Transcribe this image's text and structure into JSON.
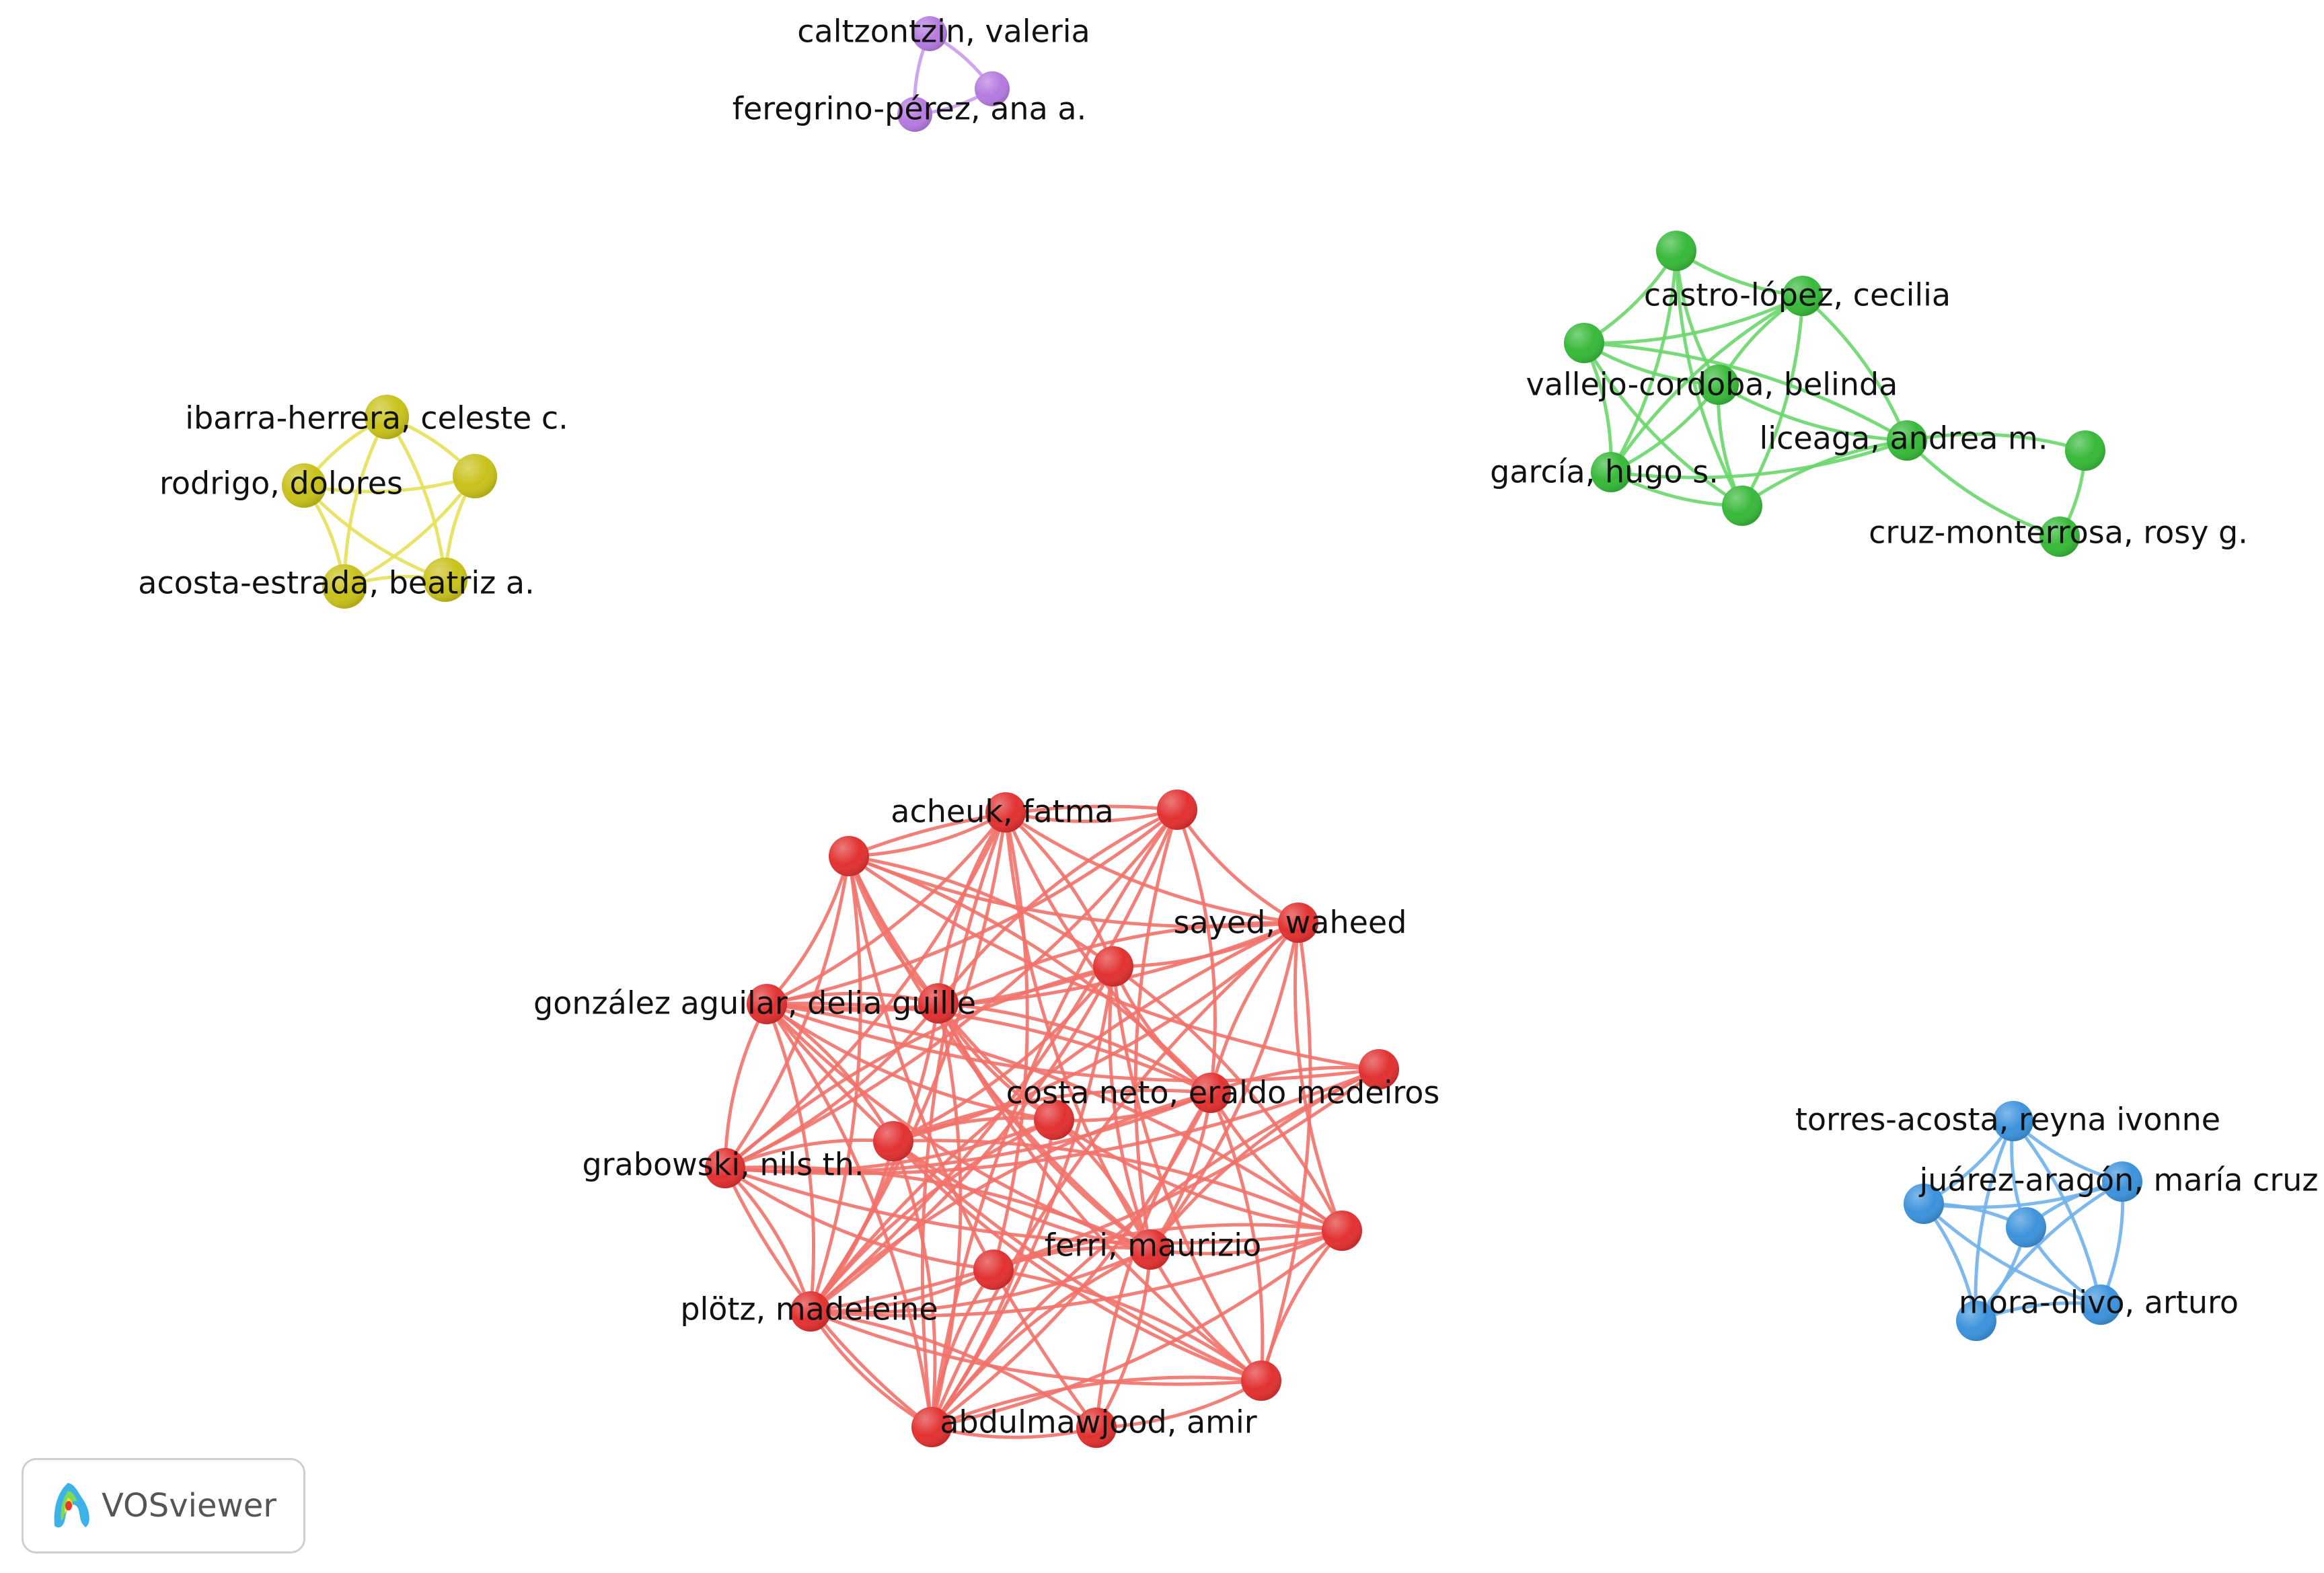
{
  "app": {
    "logo_label": "VOSviewer"
  },
  "clusters": [
    {
      "id": "purple",
      "color": "#b57be0",
      "link_color": "#c89cec"
    },
    {
      "id": "green",
      "color": "#38b93a",
      "link_color": "#6ad66a"
    },
    {
      "id": "yellow",
      "color": "#c9c21c",
      "link_color": "#e6e15a"
    },
    {
      "id": "red",
      "color": "#e23232",
      "link_color": "#f2716a"
    },
    {
      "id": "blue",
      "color": "#3d93dc",
      "link_color": "#6fb1ea"
    }
  ],
  "nodes": [
    {
      "id": "p1",
      "cluster": "purple",
      "label": "caltzontzin, valeria"
    },
    {
      "id": "p2",
      "cluster": "purple",
      "label": ""
    },
    {
      "id": "p3",
      "cluster": "purple",
      "label": "feregrino-pérez, ana a."
    },
    {
      "id": "g1",
      "cluster": "green",
      "label": ""
    },
    {
      "id": "g2",
      "cluster": "green",
      "label": "castro-lópez, cecilia"
    },
    {
      "id": "g3",
      "cluster": "green",
      "label": ""
    },
    {
      "id": "g4",
      "cluster": "green",
      "label": "vallejo-cordoba, belinda"
    },
    {
      "id": "g5",
      "cluster": "green",
      "label": "liceaga, andrea m."
    },
    {
      "id": "g6",
      "cluster": "green",
      "label": ""
    },
    {
      "id": "g7",
      "cluster": "green",
      "label": "garcía, hugo s."
    },
    {
      "id": "g8",
      "cluster": "green",
      "label": ""
    },
    {
      "id": "g9",
      "cluster": "green",
      "label": "cruz-monterrosa, rosy g."
    },
    {
      "id": "y1",
      "cluster": "yellow",
      "label": "ibarra-herrera, celeste c."
    },
    {
      "id": "y2",
      "cluster": "yellow",
      "label": ""
    },
    {
      "id": "y3",
      "cluster": "yellow",
      "label": "rodrigo, dolores"
    },
    {
      "id": "y4",
      "cluster": "yellow",
      "label": "acosta-estrada, beatriz a."
    },
    {
      "id": "y5",
      "cluster": "yellow",
      "label": ""
    },
    {
      "id": "r1",
      "cluster": "red",
      "label": ""
    },
    {
      "id": "r2",
      "cluster": "red",
      "label": "acheuk, fatma"
    },
    {
      "id": "r3",
      "cluster": "red",
      "label": ""
    },
    {
      "id": "r4",
      "cluster": "red",
      "label": "sayed, waheed"
    },
    {
      "id": "r5",
      "cluster": "red",
      "label": ""
    },
    {
      "id": "r6",
      "cluster": "red",
      "label": ""
    },
    {
      "id": "r7",
      "cluster": "red",
      "label": "gonzález aguilar, delia guille"
    },
    {
      "id": "r8",
      "cluster": "red",
      "label": ""
    },
    {
      "id": "r9",
      "cluster": "red",
      "label": "costa neto, eraldo medeiros"
    },
    {
      "id": "r10",
      "cluster": "red",
      "label": ""
    },
    {
      "id": "r11",
      "cluster": "red",
      "label": ""
    },
    {
      "id": "r12",
      "cluster": "red",
      "label": "grabowski, nils th."
    },
    {
      "id": "r13",
      "cluster": "red",
      "label": ""
    },
    {
      "id": "r14",
      "cluster": "red",
      "label": "ferri, maurizio"
    },
    {
      "id": "r15",
      "cluster": "red",
      "label": ""
    },
    {
      "id": "r16",
      "cluster": "red",
      "label": "plötz, madeleine"
    },
    {
      "id": "r17",
      "cluster": "red",
      "label": ""
    },
    {
      "id": "r18",
      "cluster": "red",
      "label": ""
    },
    {
      "id": "r19",
      "cluster": "red",
      "label": "abdulmawjood, amir"
    },
    {
      "id": "b1",
      "cluster": "blue",
      "label": "torres-acosta, reyna ivonne"
    },
    {
      "id": "b2",
      "cluster": "blue",
      "label": "juárez-aragón, maría cruz"
    },
    {
      "id": "b3",
      "cluster": "blue",
      "label": ""
    },
    {
      "id": "b4",
      "cluster": "blue",
      "label": ""
    },
    {
      "id": "b5",
      "cluster": "blue",
      "label": "mora-olivo, arturo"
    },
    {
      "id": "b6",
      "cluster": "blue",
      "label": ""
    }
  ],
  "links": [
    [
      "p1",
      "p2"
    ],
    [
      "p1",
      "p3"
    ],
    [
      "p2",
      "p3"
    ],
    [
      "g1",
      "g2"
    ],
    [
      "g1",
      "g3"
    ],
    [
      "g1",
      "g4"
    ],
    [
      "g1",
      "g7"
    ],
    [
      "g1",
      "g8"
    ],
    [
      "g2",
      "g3"
    ],
    [
      "g2",
      "g4"
    ],
    [
      "g2",
      "g5"
    ],
    [
      "g2",
      "g7"
    ],
    [
      "g2",
      "g8"
    ],
    [
      "g3",
      "g4"
    ],
    [
      "g3",
      "g7"
    ],
    [
      "g3",
      "g8"
    ],
    [
      "g3",
      "g5"
    ],
    [
      "g4",
      "g5"
    ],
    [
      "g4",
      "g7"
    ],
    [
      "g4",
      "g8"
    ],
    [
      "g5",
      "g6"
    ],
    [
      "g5",
      "g9"
    ],
    [
      "g5",
      "g7"
    ],
    [
      "g5",
      "g8"
    ],
    [
      "g6",
      "g9"
    ],
    [
      "g7",
      "g8"
    ],
    [
      "y1",
      "y2"
    ],
    [
      "y1",
      "y3"
    ],
    [
      "y1",
      "y4"
    ],
    [
      "y1",
      "y5"
    ],
    [
      "y2",
      "y3"
    ],
    [
      "y2",
      "y4"
    ],
    [
      "y2",
      "y5"
    ],
    [
      "y3",
      "y4"
    ],
    [
      "y3",
      "y5"
    ],
    [
      "y4",
      "y5"
    ],
    [
      "r1",
      "r2"
    ],
    [
      "r1",
      "r3"
    ],
    [
      "r1",
      "r7"
    ],
    [
      "r1",
      "r4"
    ],
    [
      "r1",
      "r9"
    ],
    [
      "r1",
      "r14"
    ],
    [
      "r1",
      "r16"
    ],
    [
      "r1",
      "r19"
    ],
    [
      "r1",
      "r12"
    ],
    [
      "r1",
      "r6"
    ],
    [
      "r2",
      "r3"
    ],
    [
      "r2",
      "r4"
    ],
    [
      "r2",
      "r5"
    ],
    [
      "r2",
      "r6"
    ],
    [
      "r2",
      "r7"
    ],
    [
      "r2",
      "r9"
    ],
    [
      "r2",
      "r12"
    ],
    [
      "r2",
      "r14"
    ],
    [
      "r2",
      "r16"
    ],
    [
      "r2",
      "r19"
    ],
    [
      "r2",
      "r15"
    ],
    [
      "r3",
      "r4"
    ],
    [
      "r3",
      "r5"
    ],
    [
      "r3",
      "r6"
    ],
    [
      "r3",
      "r7"
    ],
    [
      "r3",
      "r8"
    ],
    [
      "r3",
      "r9"
    ],
    [
      "r3",
      "r10"
    ],
    [
      "r3",
      "r12"
    ],
    [
      "r3",
      "r14"
    ],
    [
      "r3",
      "r16"
    ],
    [
      "r3",
      "r18"
    ],
    [
      "r4",
      "r5"
    ],
    [
      "r4",
      "r6"
    ],
    [
      "r4",
      "r7"
    ],
    [
      "r4",
      "r9"
    ],
    [
      "r4",
      "r11"
    ],
    [
      "r4",
      "r13"
    ],
    [
      "r4",
      "r14"
    ],
    [
      "r4",
      "r16"
    ],
    [
      "r4",
      "r17"
    ],
    [
      "r4",
      "r19"
    ],
    [
      "r5",
      "r7"
    ],
    [
      "r5",
      "r9"
    ],
    [
      "r5",
      "r11"
    ],
    [
      "r5",
      "r12"
    ],
    [
      "r5",
      "r13"
    ],
    [
      "r5",
      "r14"
    ],
    [
      "r5",
      "r16"
    ],
    [
      "r5",
      "r17"
    ],
    [
      "r5",
      "r19"
    ],
    [
      "r6",
      "r7"
    ],
    [
      "r6",
      "r9"
    ],
    [
      "r6",
      "r10"
    ],
    [
      "r6",
      "r12"
    ],
    [
      "r6",
      "r14"
    ],
    [
      "r6",
      "r16"
    ],
    [
      "r6",
      "r17"
    ],
    [
      "r6",
      "r19"
    ],
    [
      "r7",
      "r8"
    ],
    [
      "r7",
      "r9"
    ],
    [
      "r7",
      "r10"
    ],
    [
      "r7",
      "r11"
    ],
    [
      "r7",
      "r12"
    ],
    [
      "r7",
      "r13"
    ],
    [
      "r7",
      "r14"
    ],
    [
      "r7",
      "r16"
    ],
    [
      "r7",
      "r17"
    ],
    [
      "r7",
      "r19"
    ],
    [
      "r8",
      "r9"
    ],
    [
      "r8",
      "r12"
    ],
    [
      "r8",
      "r14"
    ],
    [
      "r8",
      "r16"
    ],
    [
      "r8",
      "r19"
    ],
    [
      "r9",
      "r10"
    ],
    [
      "r9",
      "r11"
    ],
    [
      "r9",
      "r12"
    ],
    [
      "r9",
      "r13"
    ],
    [
      "r9",
      "r14"
    ],
    [
      "r9",
      "r16"
    ],
    [
      "r9",
      "r17"
    ],
    [
      "r9",
      "r18"
    ],
    [
      "r9",
      "r19"
    ],
    [
      "r10",
      "r11"
    ],
    [
      "r10",
      "r12"
    ],
    [
      "r10",
      "r13"
    ],
    [
      "r10",
      "r14"
    ],
    [
      "r10",
      "r16"
    ],
    [
      "r10",
      "r19"
    ],
    [
      "r11",
      "r12"
    ],
    [
      "r11",
      "r13"
    ],
    [
      "r11",
      "r14"
    ],
    [
      "r11",
      "r16"
    ],
    [
      "r11",
      "r17"
    ],
    [
      "r11",
      "r19"
    ],
    [
      "r12",
      "r13"
    ],
    [
      "r12",
      "r14"
    ],
    [
      "r12",
      "r15"
    ],
    [
      "r12",
      "r16"
    ],
    [
      "r12",
      "r19"
    ],
    [
      "r13",
      "r14"
    ],
    [
      "r13",
      "r15"
    ],
    [
      "r13",
      "r16"
    ],
    [
      "r13",
      "r17"
    ],
    [
      "r13",
      "r19"
    ],
    [
      "r14",
      "r15"
    ],
    [
      "r14",
      "r16"
    ],
    [
      "r14",
      "r17"
    ],
    [
      "r14",
      "r18"
    ],
    [
      "r14",
      "r19"
    ],
    [
      "r15",
      "r16"
    ],
    [
      "r15",
      "r19"
    ],
    [
      "r15",
      "r17"
    ],
    [
      "r16",
      "r17"
    ],
    [
      "r16",
      "r18"
    ],
    [
      "r16",
      "r19"
    ],
    [
      "r17",
      "r18"
    ],
    [
      "r17",
      "r19"
    ],
    [
      "r18",
      "r19"
    ],
    [
      "b1",
      "b2"
    ],
    [
      "b1",
      "b3"
    ],
    [
      "b1",
      "b4"
    ],
    [
      "b1",
      "b5"
    ],
    [
      "b1",
      "b6"
    ],
    [
      "b2",
      "b3"
    ],
    [
      "b2",
      "b4"
    ],
    [
      "b2",
      "b5"
    ],
    [
      "b2",
      "b6"
    ],
    [
      "b3",
      "b4"
    ],
    [
      "b3",
      "b5"
    ],
    [
      "b3",
      "b6"
    ],
    [
      "b4",
      "b5"
    ],
    [
      "b4",
      "b6"
    ],
    [
      "b5",
      "b6"
    ]
  ]
}
